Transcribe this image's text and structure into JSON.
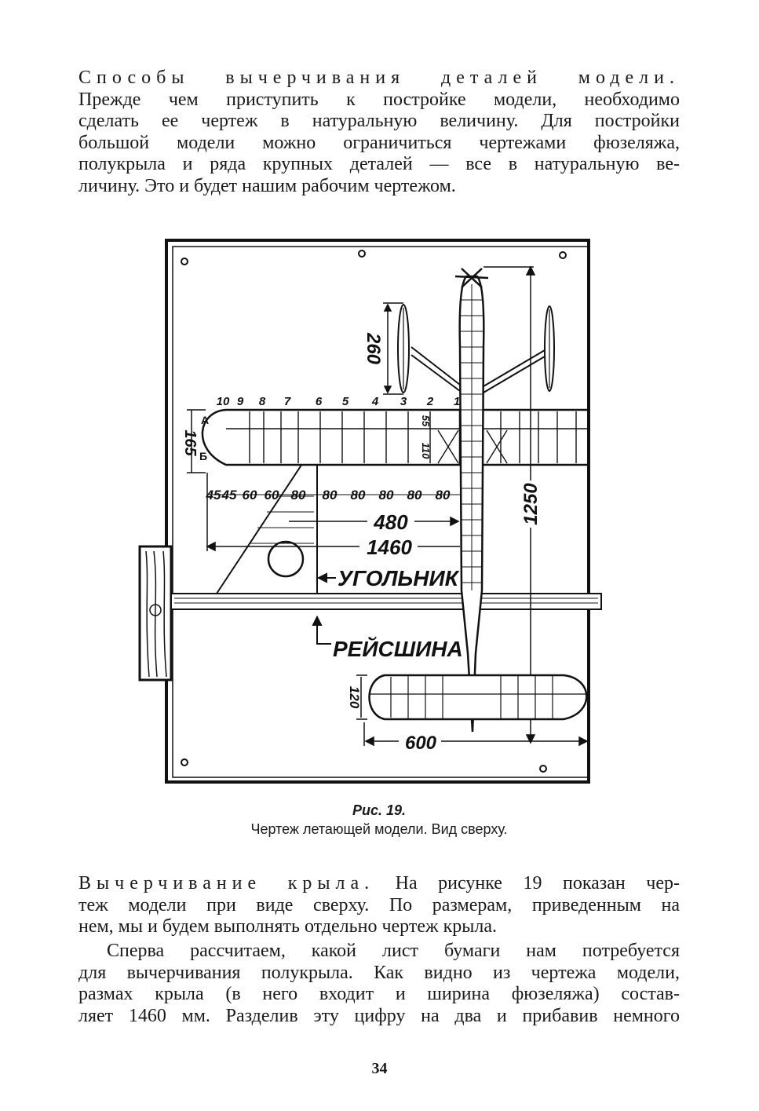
{
  "paragraph1": {
    "lead": "Способы вычерчивания деталей модели.",
    "lines": [
      "Прежде чем приступить к постройке модели, необходимо",
      "сделать ее чертеж в натуральную величину. Для постройки",
      "большой модели можно ограничиться чертежами фюзеляжа,",
      "полукрыла и ряда крупных деталей — все в натуральную ве-",
      "личину. Это и будет нашим рабочим чертежом."
    ]
  },
  "figure": {
    "number": "Рис. 19.",
    "title": "Чертеж летающей модели. Вид сверху.",
    "labels": {
      "tail_fin_height": "260",
      "wing_half_chord": "165",
      "rib_a": "А",
      "rib_b": "Б",
      "dim_110": "110",
      "dim_55": "55",
      "dim_480": "480",
      "dim_1460": "1460",
      "dim_1250": "1250",
      "stabilizer_chord": "120",
      "stabilizer_span": "600",
      "triangle_label": "УГОЛЬНИК",
      "tsquare_label": "РЕЙСШИНА",
      "rib_numbers": [
        "10",
        "9",
        "8",
        "7",
        "6",
        "5",
        "4",
        "3",
        "2",
        "1"
      ],
      "rib_spacings": [
        "45",
        "45",
        "60",
        "60",
        "80",
        "80",
        "80",
        "80",
        "80",
        "80"
      ]
    }
  },
  "paragraph2": {
    "lead": "Вычерчивание крыла.",
    "lines": [
      "На рисунке 19 показан чер-",
      "теж модели при виде сверху. По размерам, приведенным на",
      "нем, мы и будем выполнять отдельно чертеж крыла."
    ]
  },
  "paragraph3": {
    "lines": [
      "Сперва рассчитаем, какой лист бумаги нам потребуется",
      "для вычерчивания полукрыла. Как видно из чертежа модели,",
      "размах крыла (в него входит и ширина фюзеляжа) состав-",
      "ляет 1460 мм. Разделив эту цифру на два и прибавив немного"
    ]
  },
  "page_number": "34"
}
